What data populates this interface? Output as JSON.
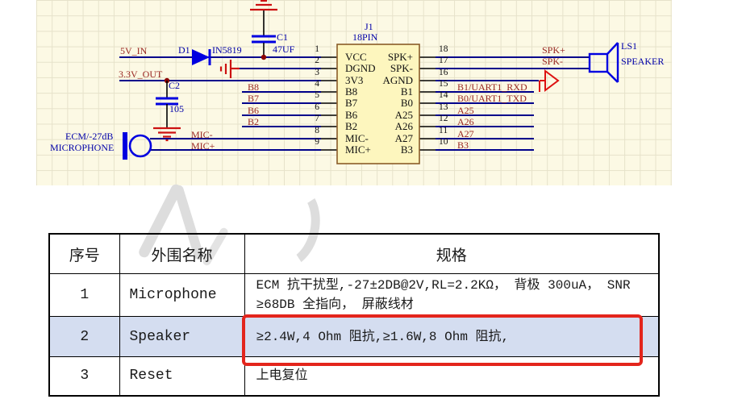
{
  "schematic": {
    "power_in_label": "5V_IN",
    "power_out_label": "3.3V_OUT",
    "diode": {
      "ref": "D1",
      "value": "IN5819"
    },
    "cap1": {
      "ref": "C1",
      "value": "47UF"
    },
    "cap2": {
      "ref": "C2",
      "value": "105"
    },
    "mic": {
      "label_line1": "ECM/-27dB",
      "label_line2": "MICROPHONE"
    },
    "speaker": {
      "ref": "LS1",
      "value": "SPEAKER"
    },
    "connector": {
      "ref": "J1",
      "value": "18PIN",
      "left_pins": [
        {
          "num": "1",
          "name": "VCC"
        },
        {
          "num": "2",
          "name": "DGND"
        },
        {
          "num": "3",
          "name": "3V3"
        },
        {
          "num": "4",
          "name": "B8"
        },
        {
          "num": "5",
          "name": "B7"
        },
        {
          "num": "6",
          "name": "B6"
        },
        {
          "num": "7",
          "name": "B2"
        },
        {
          "num": "8",
          "name": "MIC-"
        },
        {
          "num": "9",
          "name": "MIC+"
        }
      ],
      "right_pins": [
        {
          "num": "18",
          "name": "SPK+"
        },
        {
          "num": "17",
          "name": "SPK-"
        },
        {
          "num": "16",
          "name": "AGND"
        },
        {
          "num": "15",
          "name": "B1"
        },
        {
          "num": "14",
          "name": "B0"
        },
        {
          "num": "13",
          "name": "A25"
        },
        {
          "num": "12",
          "name": "A26"
        },
        {
          "num": "11",
          "name": "A27"
        },
        {
          "num": "10",
          "name": "B3"
        }
      ]
    },
    "left_nets": [
      "B8",
      "B7",
      "B6",
      "B2"
    ],
    "mic_nets": [
      "MIC-",
      "MIC+"
    ],
    "spk_nets": [
      "SPK+",
      "SPK-"
    ],
    "right_nets": [
      "B1/UART1_RXD",
      "B0/UART1_TXD",
      "A25",
      "A26",
      "A27",
      "B3"
    ]
  },
  "table": {
    "headers": [
      "序号",
      "外围名称",
      "规格"
    ],
    "rows": [
      {
        "no": "1",
        "name": "Microphone",
        "spec": "ECM 抗干扰型,-27±2DB@2V,RL=2.2KΩ， 背极 300uA， SNR ≥68DB 全指向， 屏蔽线材",
        "shaded": false,
        "highlighted": false
      },
      {
        "no": "2",
        "name": "Speaker",
        "spec": "≥2.4W,4 Ohm 阻抗,≥1.6W,8 Ohm 阻抗,",
        "shaded": true,
        "highlighted": true
      },
      {
        "no": "3",
        "name": "Reset",
        "spec": "上电复位",
        "shaded": false,
        "highlighted": false
      }
    ]
  },
  "colors": {
    "wire": "#00008B",
    "net_label": "#992621",
    "designator": "#0000A8",
    "symbol_blue": "#0000E0",
    "symbol_red": "#CC1111",
    "sheet_bg": "#FCF9E4",
    "shaded_row_bg": "#D4DDF0",
    "highlight_border": "#E3251C",
    "connector_fill": "#FDF6BE",
    "connector_border": "#8A5C28"
  }
}
